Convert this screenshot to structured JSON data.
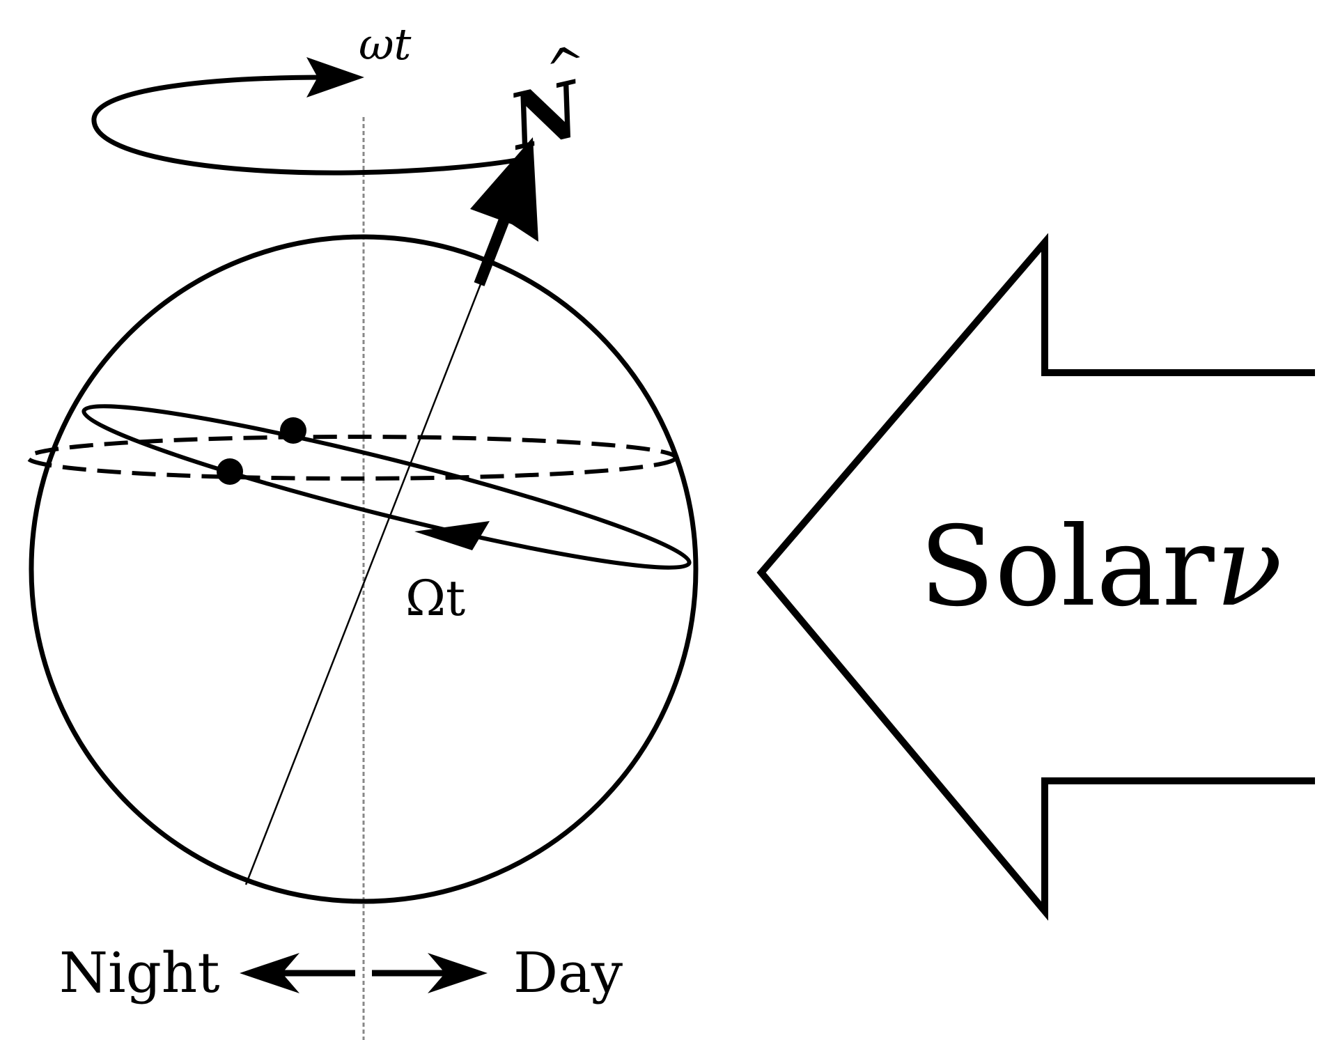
{
  "labels": {
    "omega_t": "ωt",
    "n_hat": "N",
    "n_hat_accent": "^",
    "Omega_t": "Ωt",
    "solar_word": "Solar",
    "solar_nu": "ν",
    "night": "Night",
    "day": "Day"
  },
  "colors": {
    "stroke": "#000000",
    "axis_dashed": "#888888",
    "background": "#ffffff"
  }
}
